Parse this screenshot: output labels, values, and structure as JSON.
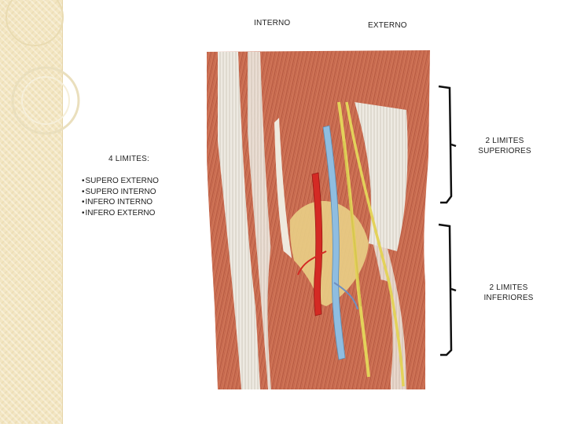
{
  "labels": {
    "interno": "INTERNO",
    "externo": "EXTERNO",
    "four_limits": "4 LIMITES:",
    "superior_1": "2 LIMITES",
    "superior_2": "SUPERIORES",
    "inferior_1": "2 LIMITES",
    "inferior_2": "INFERIORES"
  },
  "limits_list": [
    "SUPERO EXTERNO",
    "SUPERO INTERNO",
    "INFERO INTERNO",
    "INFERO EXTERNO"
  ],
  "colors": {
    "background": "#ffffff",
    "side_band": "#f3e6c2",
    "muscle": "#c8664a",
    "tendon": "#eeeae2",
    "artery": "#d42a24",
    "vein": "#8fbde0",
    "nerve": "#e3d25a",
    "bracket": "#111111"
  },
  "icons": [
    "anatomy-illustration-popliteal-fossa",
    "bracket-icon"
  ]
}
